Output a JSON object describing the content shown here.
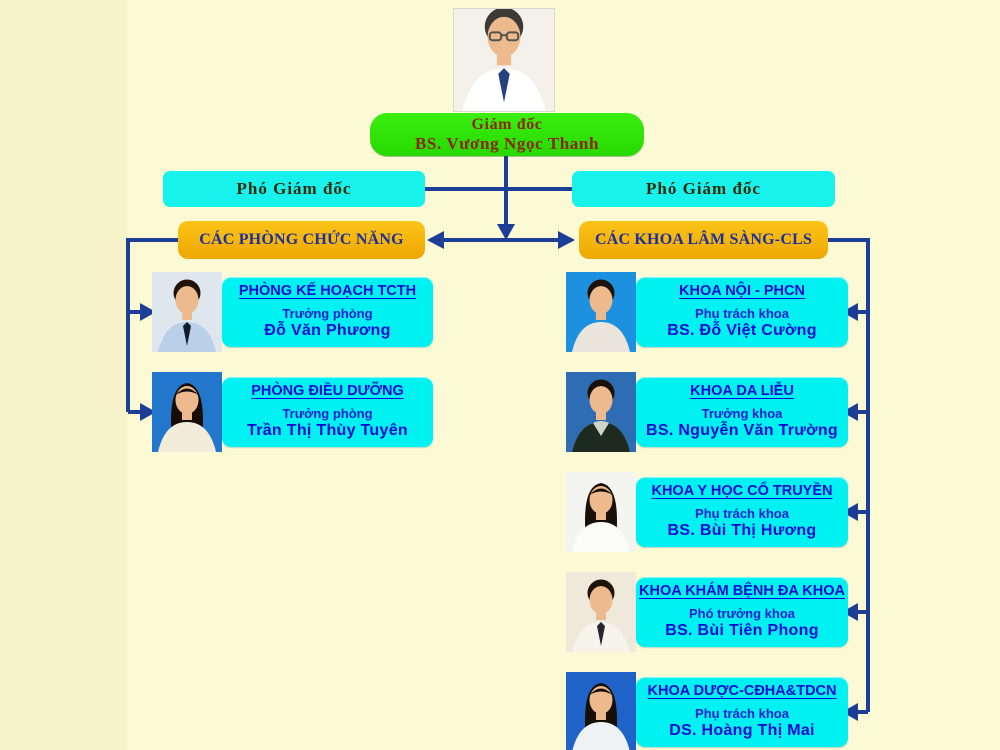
{
  "colors": {
    "background": "#fcf9d5",
    "background_left_strip": "#f6f2c9",
    "director_box_green": "#2fe405",
    "director_text_maroon": "#8c2500",
    "deputy_box_cyan": "#17f3ec",
    "header_box_orange": "#f5b400",
    "header_text_navy": "#1c2f9e",
    "card_box_cyan": "#00f1f1",
    "card_text_blue": "#0a0ad6",
    "connector_navy": "#1d3e96"
  },
  "director": {
    "title": "Giám đốc",
    "name": "BS. Vương Ngọc Thanh",
    "photo": {
      "bg": "#f3f1ea",
      "shirt": "#ffffff",
      "hair": "#3d3a36",
      "style": "male",
      "tie": "#24427c",
      "glasses": true
    }
  },
  "deputies": [
    {
      "label": "Phó Giám đốc"
    },
    {
      "label": "Phó Giám đốc"
    }
  ],
  "branches": {
    "left": {
      "header": "CÁC PHÒNG CHỨC NĂNG",
      "cards": [
        {
          "dept": "PHÒNG KẾ HOẠCH TCTH",
          "role": "Trưởng phòng",
          "name": "Đỗ Văn Phương",
          "photo": {
            "bg": "#dfe7ee",
            "shirt": "#b9d0e8",
            "hair": "#201307",
            "style": "male",
            "tie": "#141c2a"
          }
        },
        {
          "dept": "PHÒNG ĐIỀU DƯỠNG",
          "role": "Trưởng phòng",
          "name": "Trần Thị Thùy Tuyên",
          "photo": {
            "bg": "#2277cc",
            "shirt": "#f3ecda",
            "hair": "#170d05",
            "style": "female"
          }
        }
      ]
    },
    "right": {
      "header": "CÁC KHOA LÂM SÀNG-CLS",
      "cards": [
        {
          "dept": "KHOA NỘI - PHCN",
          "role": "Phụ trách khoa",
          "name": "BS. Đỗ Việt Cường",
          "photo": {
            "bg": "#1e90e0",
            "shirt": "#e9e5da",
            "hair": "#1c1208",
            "style": "male"
          }
        },
        {
          "dept": "KHOA DA LIỄU",
          "role": "Trưởng khoa",
          "name": "BS. Nguyễn Văn Trường",
          "photo": {
            "bg": "#2e6db4",
            "shirt": "#cfd4c8",
            "hair": "#1a1006",
            "style": "male",
            "suit": "#1d2a20"
          }
        },
        {
          "dept": "KHOA Y HỌC CỔ TRUYỀN",
          "role": "Phụ trách khoa",
          "name": "BS. Bùi Thị Hương",
          "photo": {
            "bg": "#f4f4f1",
            "shirt": "#fbfbf8",
            "hair": "#181008",
            "style": "female"
          }
        },
        {
          "dept": "KHOA KHÁM BỆNH ĐA KHOA",
          "role": "Phó trưởng khoa",
          "name": "BS. Bùi Tiên Phong",
          "photo": {
            "bg": "#efe9dc",
            "shirt": "#f6f3eb",
            "hair": "#1c1208",
            "style": "male",
            "tie": "#26262a"
          }
        },
        {
          "dept": "KHOA DƯỢC-CĐHA&TDCN",
          "role": "Phụ trách khoa",
          "name": "DS. Hoàng Thị Mai",
          "photo": {
            "bg": "#1f63c8",
            "shirt": "#eef2f5",
            "hair": "#170e06",
            "style": "female"
          }
        }
      ]
    }
  }
}
